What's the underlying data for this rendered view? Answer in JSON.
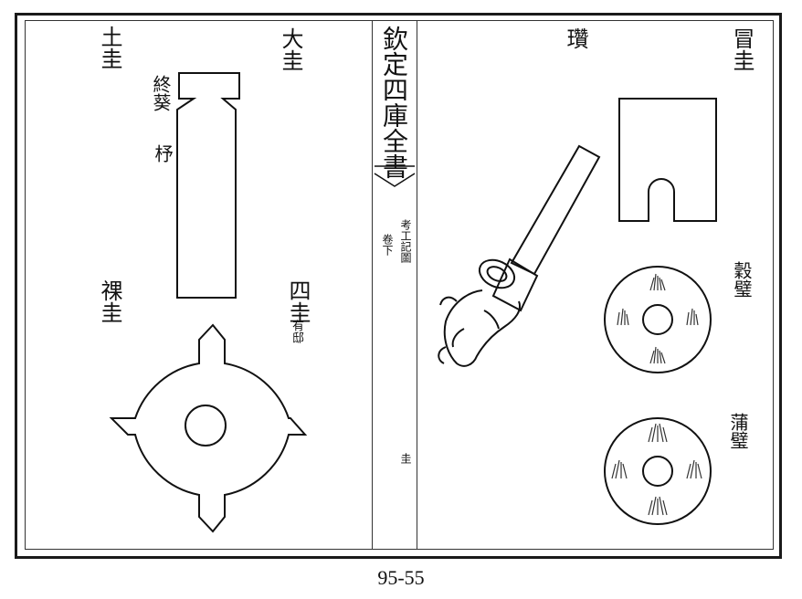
{
  "left_page": {
    "label_tu_gui": "土圭",
    "label_da_gui": "大圭",
    "label_zhong_kui": "終葵",
    "label_shu": "杼",
    "label_guan_gui": "祼圭",
    "label_si_gui": "四圭",
    "label_you_di": "有邸"
  },
  "spine": {
    "title": "欽定四庫全書",
    "book": "考工記圖",
    "volume": "卷下",
    "folio": "圭"
  },
  "right_page": {
    "label_zan": "瓚",
    "label_mao_gui": "冒圭",
    "label_gu_bi": "穀璧",
    "label_pu_bi": "蒲璧"
  },
  "page_number": "95-55"
}
